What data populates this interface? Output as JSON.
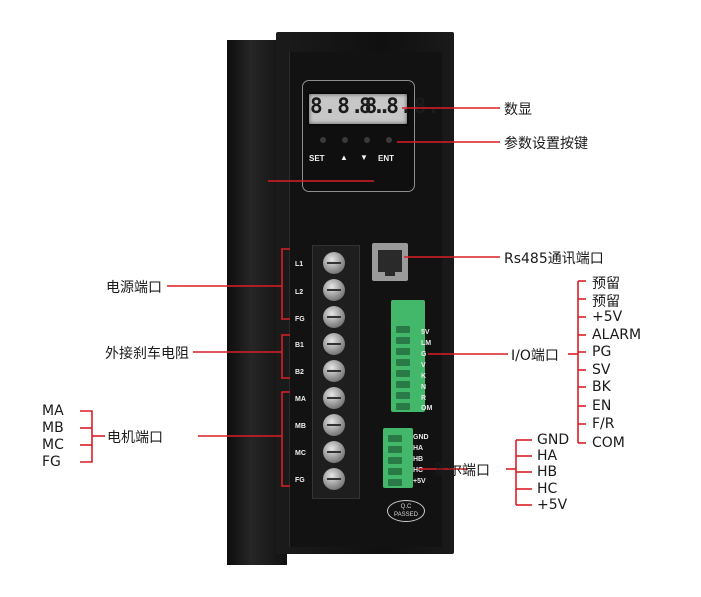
{
  "display": {
    "left_digits": "8.8.8.",
    "right_digits": "8.8.8."
  },
  "buttons": {
    "set": "SET",
    "up": "▲",
    "down": "▼",
    "ent": "ENT"
  },
  "power_terminals": [
    "L1",
    "L2",
    "FG"
  ],
  "brake_terminals": [
    "B1",
    "B2"
  ],
  "motor_terminals": [
    "MA",
    "MB",
    "MC",
    "FG"
  ],
  "io_pins": [
    "5V",
    "LM",
    "G",
    "V",
    "K",
    "N",
    "R",
    "OM"
  ],
  "hall_pins": [
    "GND",
    "HA",
    "HB",
    "HC",
    "+5V"
  ],
  "stamp": {
    "line1": "Q.C",
    "line2": "PASSED"
  },
  "callouts": {
    "digital_display": "数显",
    "param_keys": "参数设置按键",
    "rs485": "Rs485通讯端口",
    "io_port": "I/O端口",
    "hall_port": "霍尔端口",
    "power_port": "电源端口",
    "brake_resistor": "外接刹车电阻",
    "motor_port": "电机端口"
  },
  "io_signals": [
    "预留",
    "预留",
    "+5V",
    "ALARM",
    "PG",
    "SV",
    "BK",
    "EN",
    "F/R",
    "COM"
  ],
  "hall_signals": [
    "GND",
    "HA",
    "HB",
    "HC",
    "+5V"
  ],
  "motor_signals": [
    "MA",
    "MB",
    "MC",
    "FG"
  ],
  "colors": {
    "line_red": "#d91f26",
    "case_black": "#141414",
    "connector_green": "#3cb371",
    "bracket": "#d91f26"
  }
}
